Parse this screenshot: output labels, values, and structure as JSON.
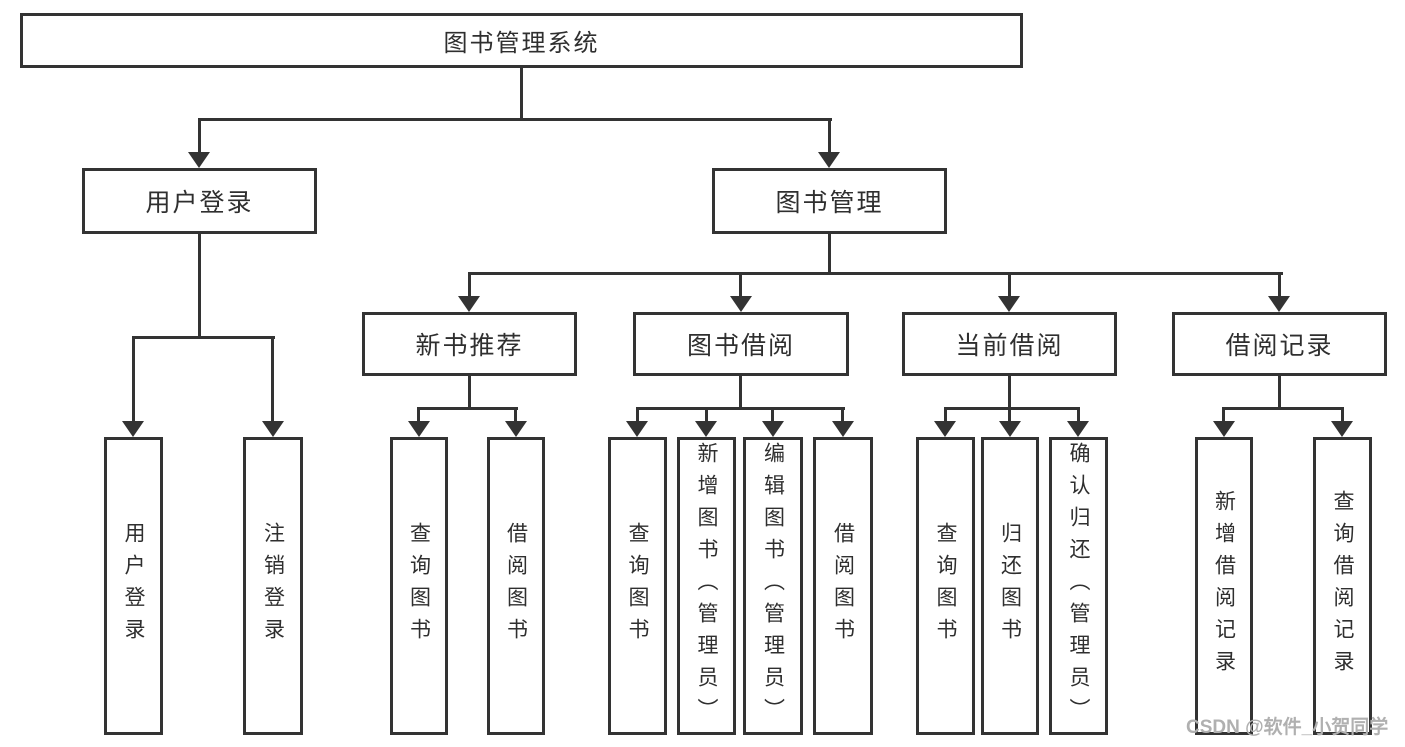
{
  "diagram": {
    "root_label": "图书管理系统",
    "branches": [
      {
        "label": "用户登录",
        "leaves": [
          "用户登录",
          "注销登录"
        ]
      },
      {
        "label": "图书管理",
        "groups": [
          {
            "label": "新书推荐",
            "leaves": [
              "查询图书",
              "借阅图书"
            ]
          },
          {
            "label": "图书借阅",
            "leaves": [
              "查询图书",
              "新增图书（管理员）",
              "编辑图书（管理员）",
              "借阅图书"
            ]
          },
          {
            "label": "当前借阅",
            "leaves": [
              "查询图书",
              "归还图书",
              "确认归还（管理员）"
            ]
          },
          {
            "label": "借阅记录",
            "leaves": [
              "新增借阅记录",
              "查询借阅记录"
            ]
          }
        ]
      }
    ]
  },
  "watermark": "CSDN @软件_小贺同学",
  "colors": {
    "line": "#333333",
    "text": "#2f2f2f",
    "watermark": "#b0b0b0",
    "background": "#ffffff"
  }
}
